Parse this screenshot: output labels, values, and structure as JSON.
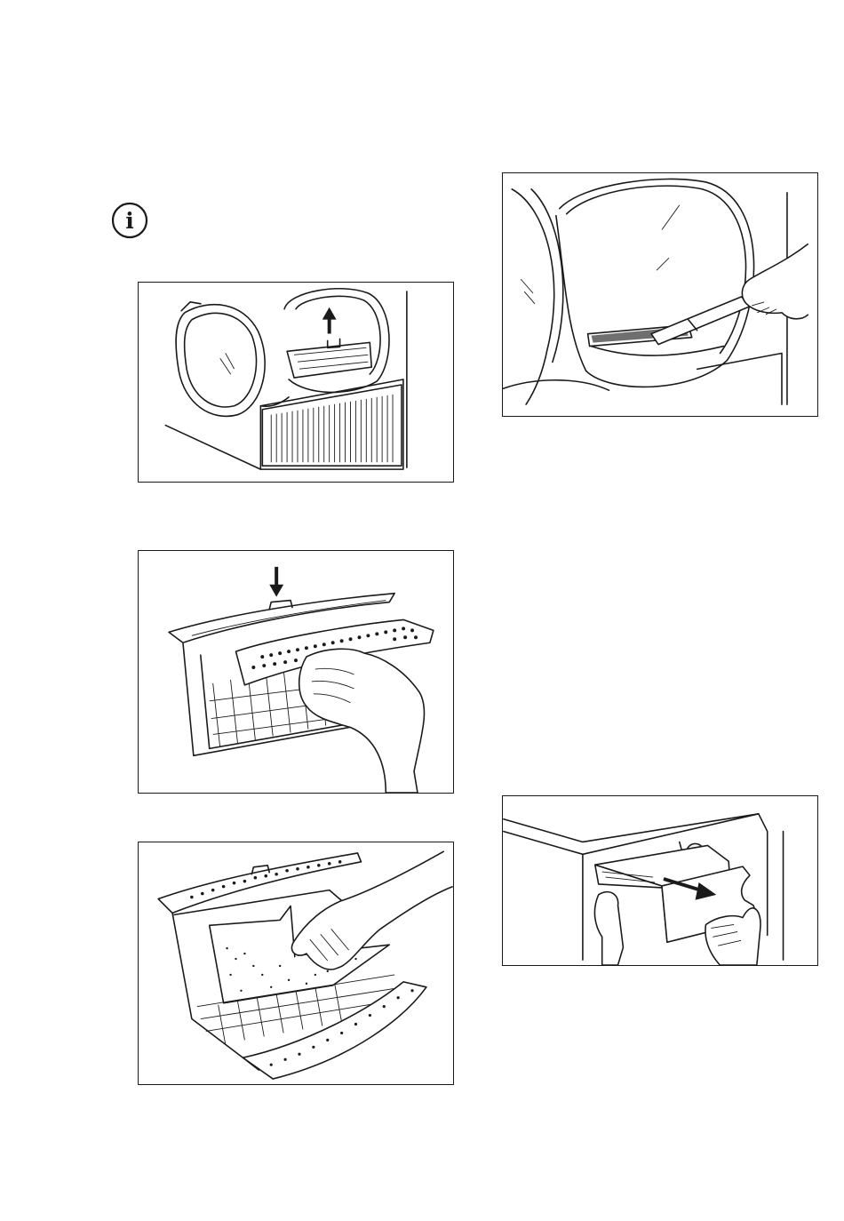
{
  "info_icon": {
    "icon": "info-icon",
    "glyph": "i"
  },
  "illustrations": [
    {
      "id": "remove-filter-from-door",
      "icon": "arrow-up-icon"
    },
    {
      "id": "open-filter-press",
      "icon": "arrow-down-icon"
    },
    {
      "id": "clean-filter-by-hand",
      "icon": "hand-icon"
    },
    {
      "id": "vacuum-filter-seat",
      "icon": "vacuum-nozzle-icon"
    },
    {
      "id": "pull-out-water-container",
      "icon": "arrow-right-down-icon"
    }
  ],
  "colors": {
    "line": "#1a1a1a",
    "background": "#ffffff"
  }
}
